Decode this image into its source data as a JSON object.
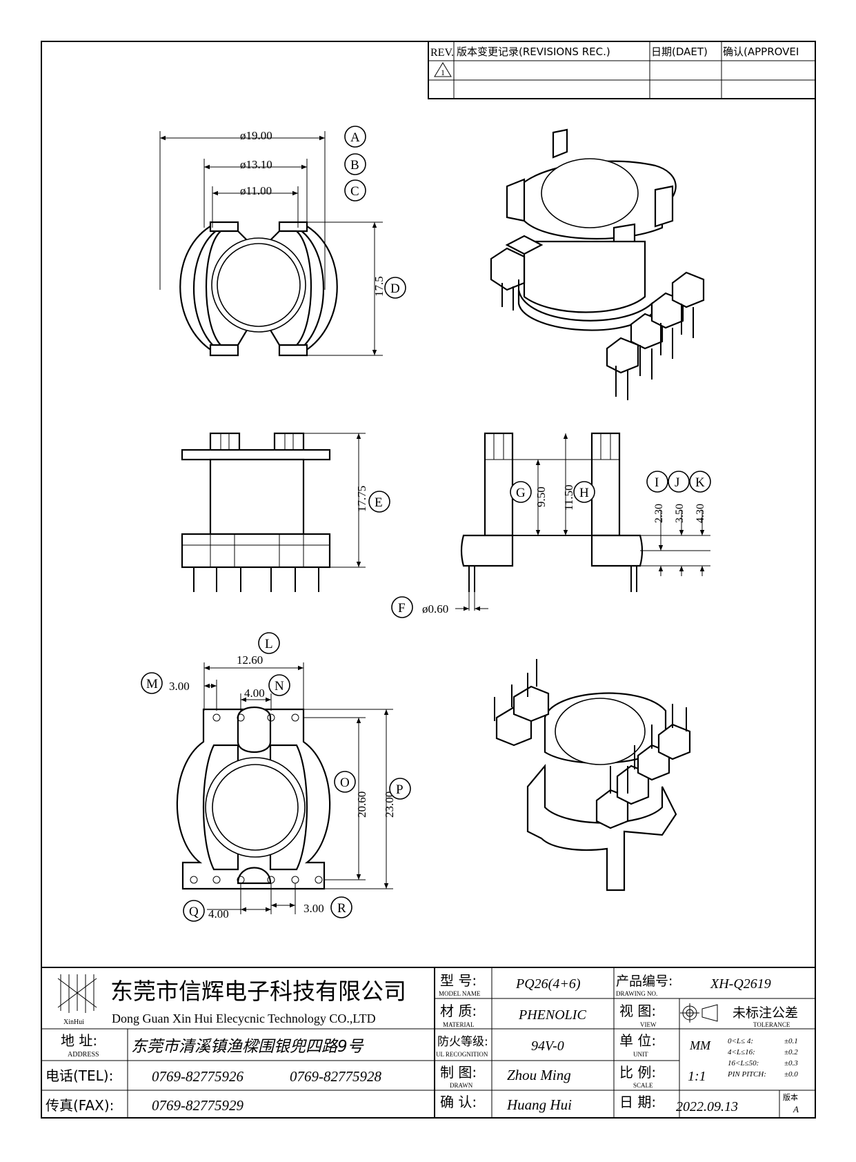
{
  "revision_table": {
    "rev_header": "REV.",
    "record_header": "版本变更记录(REVISIONS REC.)",
    "date_header": "日期(DAET)",
    "approve_header": "确认(APPROVEI",
    "rev_mark": "1"
  },
  "dimensions": {
    "a": {
      "letter": "A",
      "value": "ø19.00"
    },
    "b": {
      "letter": "B",
      "value": "ø13.10"
    },
    "c": {
      "letter": "C",
      "value": "ø11.00"
    },
    "d": {
      "letter": "D",
      "value": "17.5"
    },
    "e": {
      "letter": "E",
      "value": "17.75"
    },
    "f": {
      "letter": "F",
      "value": "ø0.60"
    },
    "g": {
      "letter": "G",
      "value": "9.50"
    },
    "h": {
      "letter": "H",
      "value": "11.50"
    },
    "i": {
      "letter": "I",
      "value": "2.30"
    },
    "j": {
      "letter": "J",
      "value": "3.50"
    },
    "k": {
      "letter": "K",
      "value": "4.30"
    },
    "l": {
      "letter": "L",
      "value": "12.60"
    },
    "m": {
      "letter": "M",
      "value": "3.00"
    },
    "n": {
      "letter": "N",
      "value": "4.00"
    },
    "o": {
      "letter": "O",
      "value": "20.60"
    },
    "p": {
      "letter": "P",
      "value": "23.00"
    },
    "q": {
      "letter": "Q",
      "value": "4.00"
    },
    "r": {
      "letter": "R",
      "value": "3.00"
    }
  },
  "title_block": {
    "logo_text": "XinHui",
    "company_cn": "东莞市信辉电子科技有限公司",
    "company_en": "Dong Guan Xin Hui Elecycnic Technology CO.,LTD",
    "address_label": "地  址:",
    "address_label_en": "ADDRESS",
    "address_value": "东莞市清溪镇渔樑围银兜四路9号",
    "tel_label": "电话(TEL):",
    "tel_value_1": "0769-82775926",
    "tel_value_2": "0769-82775928",
    "fax_label": "传真(FAX):",
    "fax_value": "0769-82775929",
    "model_label": "型  号:",
    "model_label_en": "MODEL NAME",
    "model_value": "PQ26(4+6)",
    "material_label": "材  质:",
    "material_label_en": "MATERIAL",
    "material_value": "PHENOLIC",
    "fire_label": "防火等级:",
    "fire_label_en": "UL RECOGNITION",
    "fire_value": "94V-0",
    "drawn_label": "制  图:",
    "drawn_label_en": "DRAWN",
    "drawn_value": "Zhou Ming",
    "confirm_label": "确  认:",
    "confirm_value": "Huang Hui",
    "drawing_no_label": "产品编号:",
    "drawing_no_label_en": "DRAWING NO.",
    "drawing_no_value": "XH-Q2619",
    "view_label": "视  图:",
    "view_label_en": "VIEW",
    "unit_label": "单  位:",
    "unit_label_en": "UNIT",
    "unit_value": "MM",
    "scale_label": "比  例:",
    "scale_label_en": "SCALE",
    "scale_value": "1:1",
    "date_label": "日  期:",
    "date_value": "2022.09.13",
    "version_label": "版本",
    "version_value": "A",
    "tolerance_title": "未标注公差",
    "tolerance_en": "TOLERANCE",
    "tol_1_range": "0<L≤ 4:",
    "tol_1_value": "±0.1",
    "tol_2_range": "4<L≤16:",
    "tol_2_value": "±0.2",
    "tol_3_range": "16<L≤50:",
    "tol_3_value": "±0.3",
    "tol_4_range": "PIN PITCH:",
    "tol_4_value": "±0.0"
  }
}
